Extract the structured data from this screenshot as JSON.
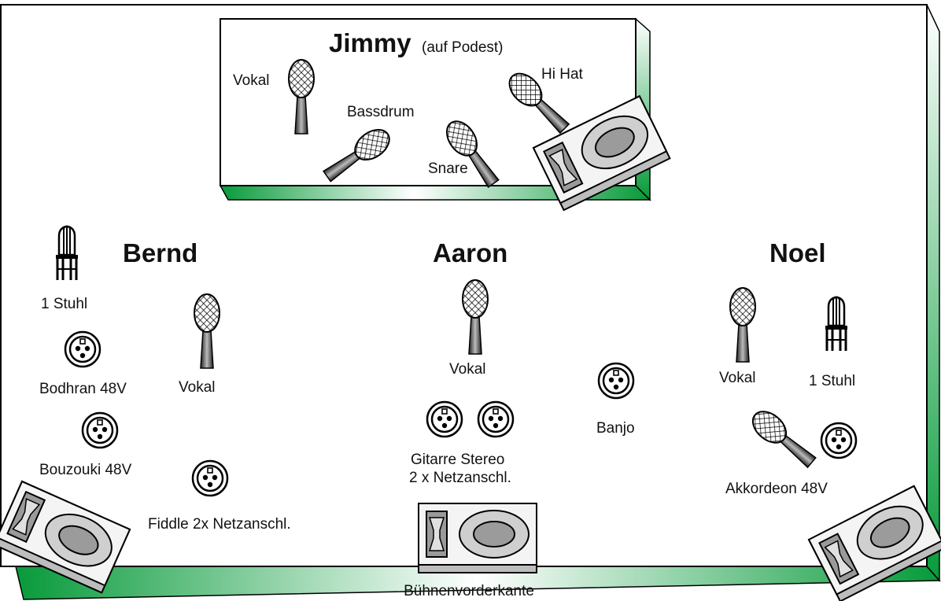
{
  "stage": {
    "front_label": "Bühnenvorderkante",
    "colors": {
      "edge_dark": "#079a3a",
      "edge_light": "#ffffff",
      "line": "#000000"
    }
  },
  "jimmy": {
    "name": "Jimmy",
    "note": "(auf Podest)",
    "mics": {
      "vokal": "Vokal",
      "bassdrum": "Bassdrum",
      "snare": "Snare",
      "hihat": "Hi Hat"
    }
  },
  "bernd": {
    "name": "Bernd",
    "chair": "1 Stuhl",
    "vokal": "Vokal",
    "bodhran": "Bodhran 48V",
    "bouzouki": "Bouzouki 48V",
    "fiddle": "Fiddle 2x Netzanschl."
  },
  "aaron": {
    "name": "Aaron",
    "vokal": "Vokal",
    "gitarre_1": "Gitarre Stereo",
    "gitarre_2": "2 x Netzanschl.",
    "banjo": "Banjo"
  },
  "noel": {
    "name": "Noel",
    "vokal": "Vokal",
    "chair": "1 Stuhl",
    "akkordeon": "Akkordeon 48V"
  }
}
